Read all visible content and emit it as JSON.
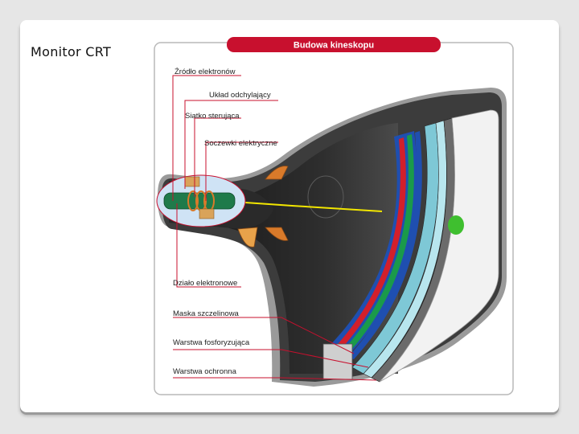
{
  "slide": {
    "title": "Monitor CRT"
  },
  "diagram": {
    "banner": "Budowa kineskopu",
    "labels": {
      "source": "Źródło elektronów",
      "deflection": "Układ odchylający",
      "grid": "Siatko sterująca",
      "lenses": "Soczewki elektryczne",
      "gun": "Działo elektronowe",
      "mask": "Maska szczelinowa",
      "phosphor": "Warstwa fosforyzująca",
      "protective": "Warstwa ochronna"
    },
    "colors": {
      "banner": "#c8102e",
      "callout_line": "#c8102e",
      "glass": "#3a3a3a",
      "tube_inner": "#2b2b2b",
      "coil": "#d97a2a",
      "gun": "#1f7a4a",
      "beam": "#f2e600",
      "spot": "#3fbf2f",
      "stripe_red": "#d21f2b",
      "stripe_green": "#1a9a4a",
      "stripe_blue": "#1f4fb0",
      "screen_face": "#f2f2f2"
    }
  }
}
